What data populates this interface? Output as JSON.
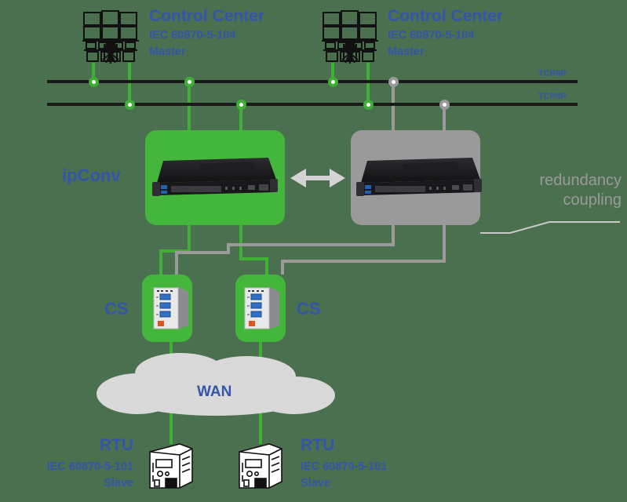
{
  "diagram": {
    "title": "ipConv redundancy coupling network diagram",
    "background_color": "#4a7050",
    "accent_green": "#45b63c",
    "accent_gray": "#9a9a9a",
    "label_blue": "#3355aa",
    "bus_black": "#1a1a1a"
  },
  "control_centers": [
    {
      "name": "Control Center",
      "protocol": "IEC 60870-5-104",
      "role": "Master",
      "icon": "control-center-building-icon"
    },
    {
      "name": "Control Center",
      "protocol": "IEC 60870-5-104",
      "role": "Master",
      "icon": "control-center-building-icon"
    }
  ],
  "buses": [
    {
      "label": "TCP/IP"
    },
    {
      "label": "TCP/IP"
    }
  ],
  "ipconv": {
    "label": "ipConv",
    "primary_icon": "rack-server-icon",
    "standby_icon": "rack-server-icon",
    "coupling_label": "redundancy\ncoupling",
    "coupling_arrow_icon": "double-arrow-icon"
  },
  "converters": [
    {
      "label": "CS",
      "icon": "din-rail-converter-icon"
    },
    {
      "label": "CS",
      "icon": "din-rail-converter-icon"
    }
  ],
  "wan": {
    "label": "WAN",
    "icon": "cloud-icon"
  },
  "rtus": [
    {
      "name": "RTU",
      "protocol": "IEC 60870-5-101",
      "role": "Slave",
      "icon": "rtu-cabinet-icon"
    },
    {
      "name": "RTU",
      "protocol": "IEC 60870-5-101",
      "role": "Slave",
      "icon": "rtu-cabinet-icon"
    }
  ]
}
